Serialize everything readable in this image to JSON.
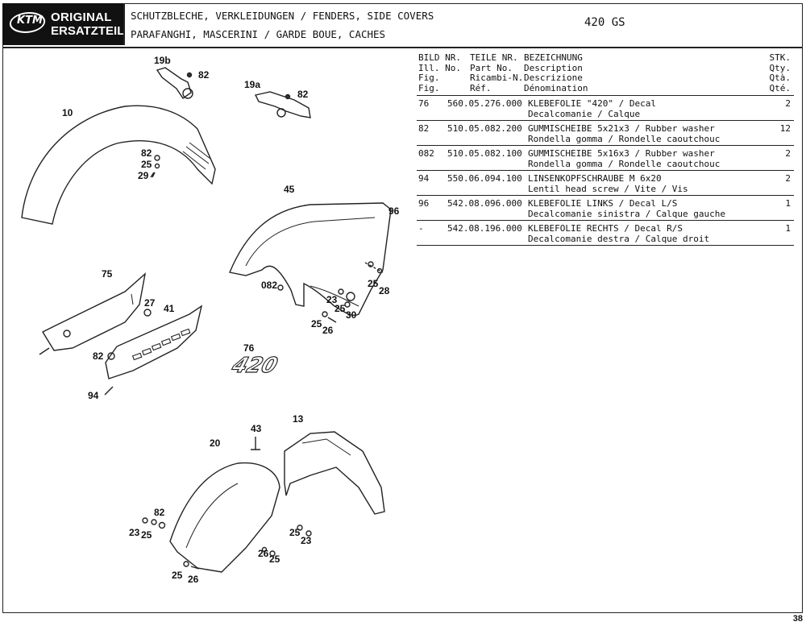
{
  "header": {
    "logo_mark": "KTM",
    "logo_line1": "ORIGINAL",
    "logo_line2": "ERSATZTEILE",
    "title_line1": "SCHUTZBLECHE, VERKLEIDUNGEN / FENDERS, SIDE COVERS",
    "title_line2": "PARAFANGHI, MASCERINI / GARDE BOUE, CACHES",
    "model": "420 GS"
  },
  "diagram": {
    "callouts": [
      {
        "id": "c19b",
        "text": "19b"
      },
      {
        "id": "c82a",
        "text": "82"
      },
      {
        "id": "c19a",
        "text": "19a"
      },
      {
        "id": "c82b",
        "text": "82"
      },
      {
        "id": "c10",
        "text": "10"
      },
      {
        "id": "c82c",
        "text": "82"
      },
      {
        "id": "c25a",
        "text": "25"
      },
      {
        "id": "c29",
        "text": "29"
      },
      {
        "id": "c45",
        "text": "45"
      },
      {
        "id": "c96",
        "text": "96"
      },
      {
        "id": "c082",
        "text": "082"
      },
      {
        "id": "c25b",
        "text": "25"
      },
      {
        "id": "c28",
        "text": "28"
      },
      {
        "id": "c23a",
        "text": "23"
      },
      {
        "id": "c25c",
        "text": "25"
      },
      {
        "id": "c30",
        "text": "30"
      },
      {
        "id": "c25d",
        "text": "25"
      },
      {
        "id": "c26a",
        "text": "26"
      },
      {
        "id": "c75",
        "text": "75"
      },
      {
        "id": "c27",
        "text": "27"
      },
      {
        "id": "c41",
        "text": "41"
      },
      {
        "id": "c76",
        "text": "76"
      },
      {
        "id": "c82d",
        "text": "82"
      },
      {
        "id": "c94",
        "text": "94"
      },
      {
        "id": "c43",
        "text": "43"
      },
      {
        "id": "c13",
        "text": "13"
      },
      {
        "id": "c20",
        "text": "20"
      },
      {
        "id": "c82e",
        "text": "82"
      },
      {
        "id": "c23b",
        "text": "23"
      },
      {
        "id": "c25e",
        "text": "25"
      },
      {
        "id": "c25f",
        "text": "25"
      },
      {
        "id": "c23c",
        "text": "23"
      },
      {
        "id": "c26b",
        "text": "26"
      },
      {
        "id": "c25g",
        "text": "25"
      },
      {
        "id": "c25h",
        "text": "25"
      },
      {
        "id": "c26c",
        "text": "26"
      }
    ],
    "decal_text": "420"
  },
  "table": {
    "headers": {
      "fig": [
        "BILD NR.",
        "Ill. No.",
        "Fig.",
        "Fig."
      ],
      "part": [
        "TEILE NR.",
        "Part No.",
        "Ricambi-N.",
        "Réf."
      ],
      "desc": [
        "BEZEICHNUNG",
        "Description",
        "Descrizione",
        "Dénomination"
      ],
      "qty": [
        "STK.",
        "Qty.",
        "Qtà.",
        "Qté."
      ]
    },
    "rows": [
      {
        "fig": "76",
        "part": "560.05.276.000",
        "desc1": "KLEBEFOLIE \"420\" / Decal",
        "desc2": "Decalcomanie / Calque",
        "qty": "2"
      },
      {
        "fig": "82",
        "part": "510.05.082.200",
        "desc1": "GUMMISCHEIBE 5x21x3 / Rubber washer",
        "desc2": "Rondella gomma / Rondelle caoutchouc",
        "qty": "12"
      },
      {
        "fig": "082",
        "part": "510.05.082.100",
        "desc1": "GUMMISCHEIBE 5x16x3 / Rubber washer",
        "desc2": "Rondella gomma / Rondelle caoutchouc",
        "qty": "2"
      },
      {
        "fig": "94",
        "part": "550.06.094.100",
        "desc1": "LINSENKOPFSCHRAUBE M 6x20",
        "desc2": "Lentil head screw / Vite / Vis",
        "qty": "2"
      },
      {
        "fig": "96",
        "part": "542.08.096.000",
        "desc1": "KLEBEFOLIE LINKS / Decal L/S",
        "desc2": "Decalcomanie sinistra / Calque gauche",
        "qty": "1"
      },
      {
        "fig": "-",
        "part": "542.08.196.000",
        "desc1": "KLEBEFOLIE RECHTS / Decal R/S",
        "desc2": "Decalcomanie destra / Calque droit",
        "qty": "1"
      }
    ]
  },
  "page_number": "38"
}
